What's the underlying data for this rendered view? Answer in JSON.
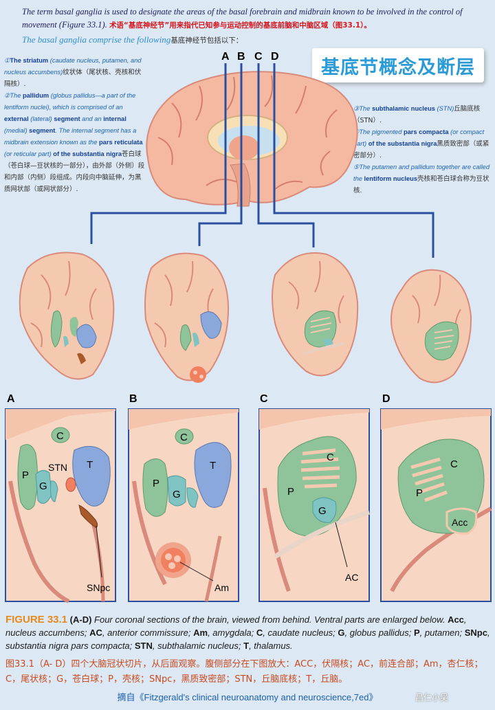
{
  "intro": {
    "en": "The term basal ganglia is used to designate the areas of the basal forebrain and midbrain known to be involved in the control of movement (Figure 33.1).",
    "zh": "术语“基底神经节”用来指代已知参与运动控制的基底前脑和中脑区域（图33.1）。",
    "comprise_en": "The basal ganglia comprise the following",
    "comprise_zh": "基底神经节包括以下："
  },
  "title": "基底节概念及断层",
  "left_items": {
    "i1_num": "①",
    "i1_b": "The striatum",
    "i1_rest": " (caudate nucleus, putamen, and nucleus accumbens)",
    "i1_zh": "纹状体（尾状核、壳核和伏隔核）.",
    "i2_num": "②",
    "i2_a": "The ",
    "i2_b1": "pallidum",
    "i2_c": " (globus pallidus—a part of the lentiform nuclei), which is comprised of an ",
    "i2_b2": "external",
    "i2_d": " (lateral) ",
    "i2_b3": "segment",
    "i2_e": " and an ",
    "i2_b4": "internal",
    "i2_f": " (medial) ",
    "i2_b5": "segment",
    "i2_g": ". The internal segment has a midbrain extension known as the ",
    "i2_b6": "pars reticulata",
    "i2_h": " (or reticular part) ",
    "i2_b7": "of the substantia nigra",
    "i2_zh": "苍白球（苍白球—豆状核的一部分），由外部（外侧）段和内部（内侧）段组成。内段向中脑延伸，为黑质网状部（或网状部分）."
  },
  "right_items": {
    "i3_num": "③",
    "i3_a": "The ",
    "i3_b": "subthalamic nucleus",
    "i3_c": " (STN)",
    "i3_zh": "丘脑底核（STN）.",
    "i4_num": "④",
    "i4_a": "The pigmented ",
    "i4_b1": "pars compacta",
    "i4_c": " (or compact part) ",
    "i4_b2": "of the substantia nigra",
    "i4_zh": "黑质致密部（或紧密部分）.",
    "i5_num": "⑤",
    "i5_a": "The putamen and pallidum together are called the ",
    "i5_b": "lentiform nucleus",
    "i5_zh": "壳核和苍白球合称为豆状核."
  },
  "section_letters": [
    "A",
    "B",
    "C",
    "D"
  ],
  "panel_letters": [
    "A",
    "B",
    "C",
    "D"
  ],
  "labels": {
    "C": "C",
    "P": "P",
    "G": "G",
    "T": "T",
    "STN": "STN",
    "SNpc": "SNpc",
    "Am": "Am",
    "AC": "AC",
    "Acc": "Acc"
  },
  "caption": {
    "fig": "FIGURE 33.1",
    "ad": "(A-D)",
    "t1": " Four coronal sections of the brain, viewed from behind. Ventral parts are enlarged below. ",
    "acc": "Acc",
    "acc_d": ", nucleus accumbens; ",
    "ac": "AC",
    "ac_d": ", anterior commissure; ",
    "am": "Am",
    "am_d": ", amygdala; ",
    "c": "C",
    "c_d": ", caudate nucleus; ",
    "g": "G",
    "g_d": ", globus pallidus; ",
    "p": "P",
    "p_d": ", putamen; ",
    "snpc": "SNpc",
    "snpc_d": ", substantia nigra pars compacta; ",
    "stn": "STN",
    "stn_d": ", subthalamic nucleus; ",
    "t": "T",
    "t_d": ", thalamus."
  },
  "caption_zh": "图33.1（A- D）四个大脑冠状切片，从后面观察。腹侧部分在下图放大：ACC，伏隔核；AC，前连合部；Am，杏仁核；C，尾状核；G，苍白球；P，壳核；SNpc，黑质致密部；STN，丘脑底核；T，丘脑。",
  "source": {
    "zh": "摘自《",
    "en": "Fitzgerald's clinical neuroanatomy and neuroscience,7ed",
    "zh_end": "》"
  },
  "watermark": "昌仁小吴",
  "colors": {
    "background": "#dce8f3",
    "brain": "#f4c9b0",
    "sulcus": "#d98a7a",
    "caudate": "#8fc49a",
    "thalamus": "#8aa8dc",
    "pallidus": "#7fc3c3",
    "stn": "#f08060",
    "snpc": "#a85a2a",
    "frame": "#2a4fa0",
    "title": "#2b9bd8",
    "caption_fig": "#e8891b",
    "caption_zh": "#c94a20"
  }
}
